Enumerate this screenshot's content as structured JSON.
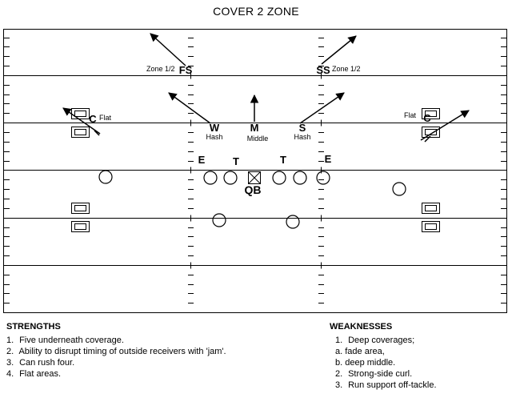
{
  "title": "COVER 2 ZONE",
  "field": {
    "zone_labels": {
      "left": "Zone 1/2",
      "right": "Zone 1/2"
    },
    "defenders": {
      "fs": "FS",
      "ss": "SS",
      "w": "W",
      "m": "M",
      "s": "S",
      "left_end": "E",
      "right_end": "E",
      "left_tackle": "T",
      "right_tackle": "T",
      "left_corner": "C",
      "right_corner": "C"
    },
    "zone_names": {
      "w": "Hash",
      "m": "Middle",
      "s": "Hash",
      "left_flat": "Flat",
      "right_flat": "Flat"
    },
    "qb": "QB"
  },
  "strengths": {
    "heading": "STRENGTHS",
    "items": [
      {
        "n": "1.",
        "text": "Five underneath coverage."
      },
      {
        "n": "2.",
        "text": "Ability to disrupt timing of outside receivers with 'jam'."
      },
      {
        "n": "3.",
        "text": "Can rush four."
      },
      {
        "n": "4.",
        "text": "Flat areas."
      }
    ]
  },
  "weaknesses": {
    "heading": "WEAKNESSES",
    "items": [
      {
        "n": "1.",
        "text": "Deep coverages;",
        "subs": [
          "a. fade area,",
          "b. deep middle."
        ]
      },
      {
        "n": "2.",
        "text": "Strong-side curl."
      },
      {
        "n": "3.",
        "text": "Run support off-tackle."
      }
    ]
  }
}
